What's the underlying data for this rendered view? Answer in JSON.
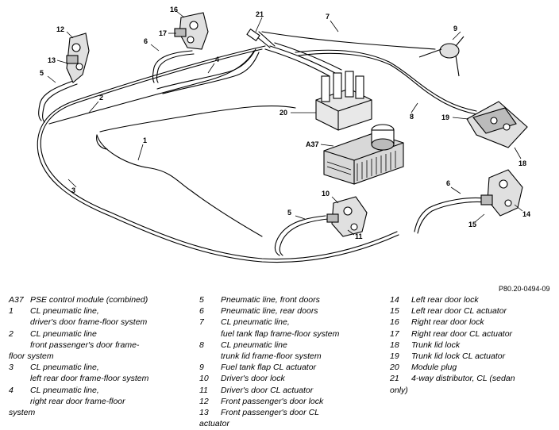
{
  "reference_code": "P80.20-0494-09",
  "callouts": [
    "1",
    "2",
    "3",
    "4",
    "5",
    "5",
    "6",
    "6",
    "7",
    "8",
    "9",
    "10",
    "11",
    "12",
    "13",
    "14",
    "15",
    "16",
    "17",
    "18",
    "19",
    "20",
    "21",
    "A37"
  ],
  "legend": {
    "col1": [
      {
        "num": "A37",
        "lines": [
          "PSE control module (combined)"
        ]
      },
      {
        "num": "1",
        "lines": [
          "CL pneumatic line,",
          "driver's door frame-floor system"
        ]
      },
      {
        "num": "2",
        "lines": [
          "CL pneumatic line",
          "front passenger's door frame-"
        ],
        "wrap": "floor system"
      },
      {
        "num": "3",
        "lines": [
          "CL pneumatic line,",
          "left rear door frame-floor system"
        ]
      },
      {
        "num": "4",
        "lines": [
          "CL pneumatic line,",
          "right rear door frame-floor"
        ],
        "wrap": "system"
      }
    ],
    "col2": [
      {
        "num": "5",
        "lines": [
          "Pneumatic line, front doors"
        ]
      },
      {
        "num": "6",
        "lines": [
          "Pneumatic line, rear doors"
        ]
      },
      {
        "num": "7",
        "lines": [
          "CL pneumatic line,",
          "fuel tank flap frame-floor system"
        ]
      },
      {
        "num": "8",
        "lines": [
          "CL pneumatic line",
          "trunk lid frame-floor system"
        ]
      },
      {
        "num": "9",
        "lines": [
          "Fuel tank flap CL actuator"
        ]
      },
      {
        "num": "10",
        "lines": [
          "Driver's door lock"
        ]
      },
      {
        "num": "11",
        "lines": [
          "Driver's door CL actuator"
        ]
      },
      {
        "num": "12",
        "lines": [
          "Front passenger's door lock"
        ]
      },
      {
        "num": "13",
        "lines": [
          "Front passenger's door CL"
        ],
        "wrap": "actuator"
      }
    ],
    "col3": [
      {
        "num": "14",
        "lines": [
          "Left rear door lock"
        ]
      },
      {
        "num": "15",
        "lines": [
          "Left rear door CL actuator"
        ]
      },
      {
        "num": "16",
        "lines": [
          "Right rear door lock"
        ]
      },
      {
        "num": "17",
        "lines": [
          "Right rear door CL actuator"
        ]
      },
      {
        "num": "18",
        "lines": [
          "Trunk lid lock"
        ]
      },
      {
        "num": "19",
        "lines": [
          "Trunk lid lock CL actuator"
        ]
      },
      {
        "num": "20",
        "lines": [
          "Module plug"
        ]
      },
      {
        "num": "21",
        "lines": [
          "4-way distributor, CL (sedan"
        ],
        "wrap": "only)"
      }
    ]
  }
}
